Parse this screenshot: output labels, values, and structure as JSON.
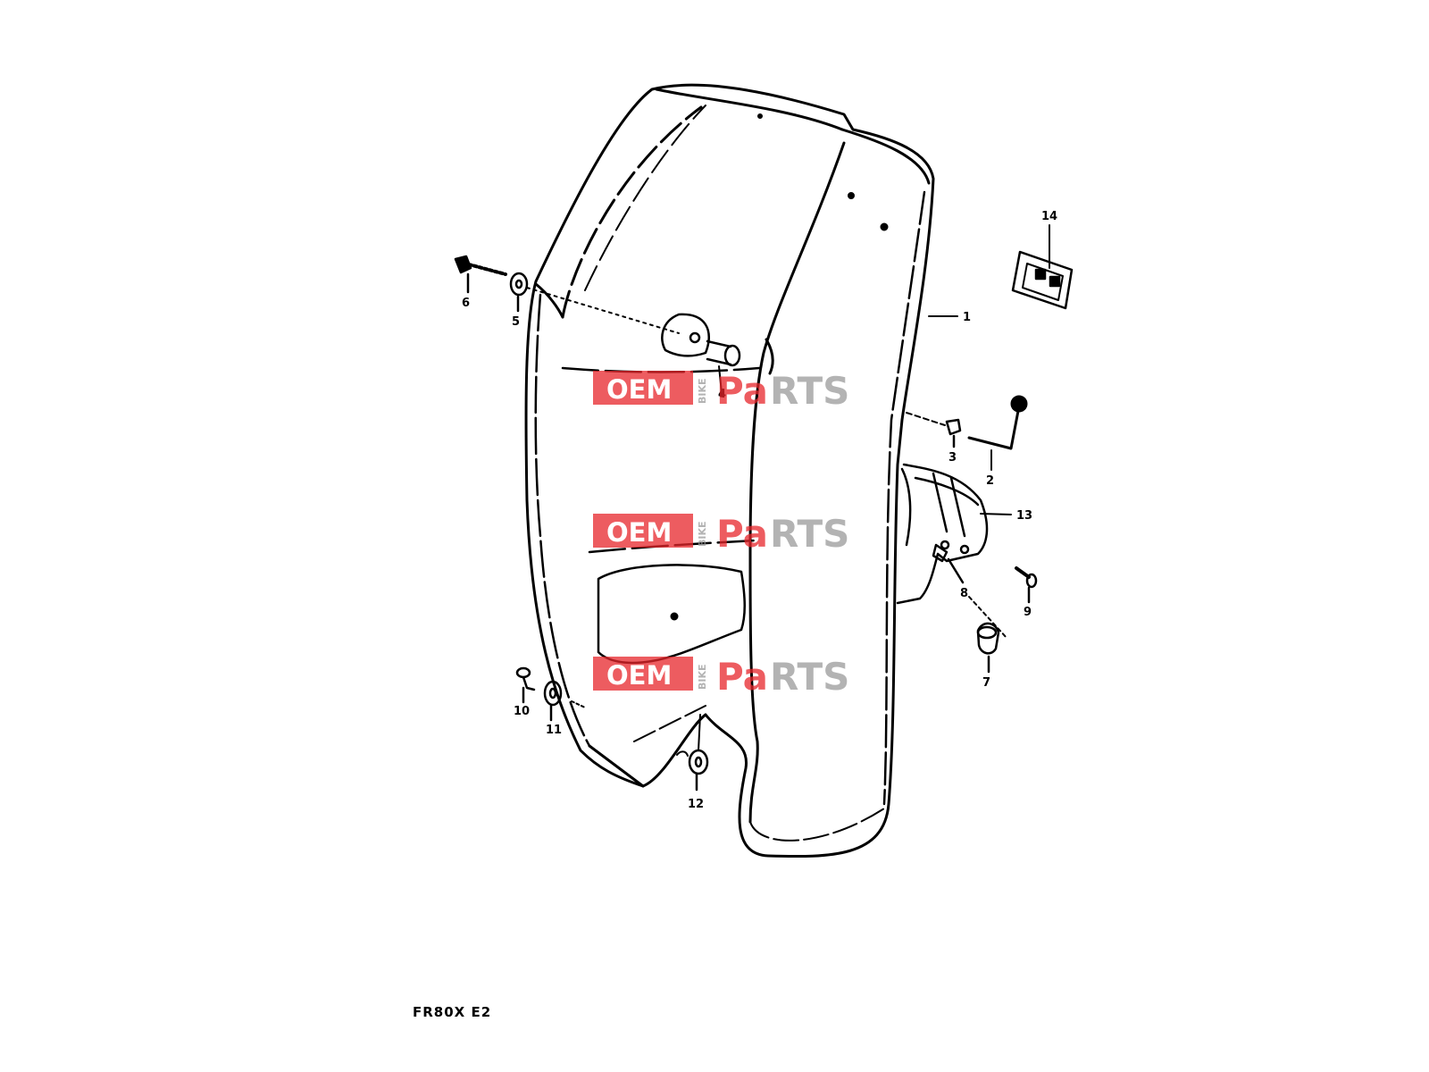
{
  "diagram_code": "FR80X E2",
  "watermark": {
    "oem": "OEM",
    "bike": "BIKE",
    "pa": "Pa",
    "rts": "RTS"
  },
  "callouts": {
    "p1": "1",
    "p2": "2",
    "p3": "3",
    "p4": "4",
    "p5": "5",
    "p6": "6",
    "p7": "7",
    "p8": "8",
    "p9": "9",
    "p10": "10",
    "p11": "11",
    "p12": "12",
    "p13": "13",
    "p14": "14"
  },
  "colors": {
    "ink": "#000000",
    "watermark_red": "#e8262b",
    "watermark_gray": "#9a9a9a"
  }
}
